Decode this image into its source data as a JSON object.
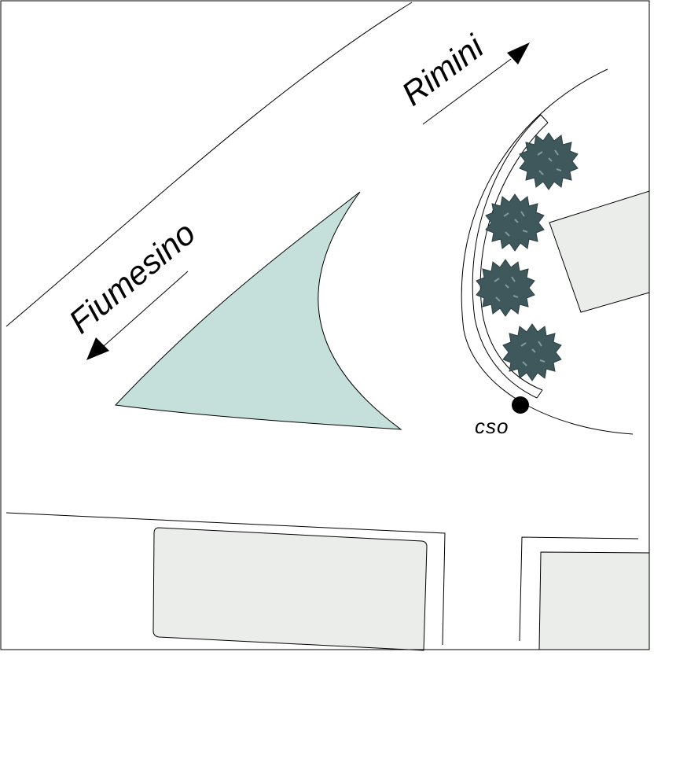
{
  "labels": {
    "rimini": "Rimini",
    "fiumesino": "Fiumesino",
    "cso": "cso"
  },
  "colors": {
    "background": "#ffffff",
    "frame": "#000000",
    "building_fill": "#ebedeb",
    "island_fill": "#c5e0da",
    "tree_fill": "#3e585c",
    "tree_highlight": "#7f9aa0",
    "cso_point": "#000000"
  },
  "icons": {
    "tree": "tree-icon",
    "arrow": "arrow-icon",
    "point": "cso-point-icon"
  }
}
